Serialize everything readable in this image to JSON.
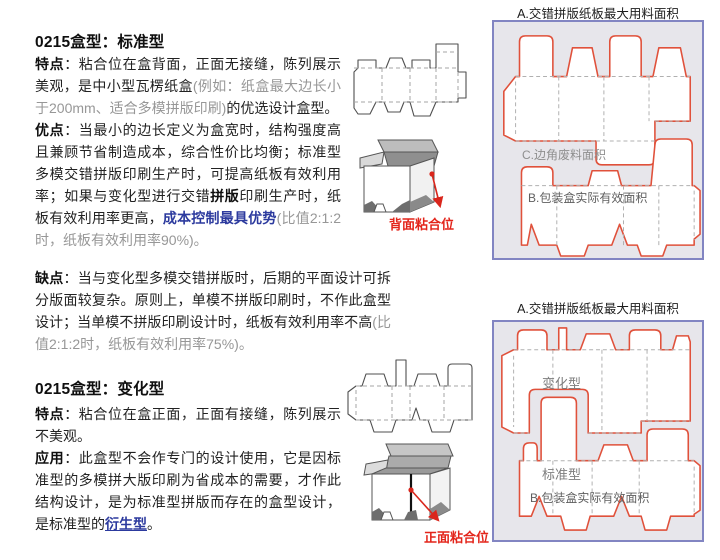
{
  "left": {
    "section1_title": "0215盒型：标准型",
    "para_tedian1": [
      {
        "t": "特点",
        "s": "b"
      },
      {
        "t": "：粘合位在盒背面，正面无接缝，陈列展示美观，是中小型瓦楞纸盒"
      },
      {
        "t": "(例如：纸盒最大边长小于200mm、适合多模拼版印刷)",
        "s": "g"
      },
      {
        "t": "的优选设计盒型。"
      }
    ],
    "para_youdian": [
      {
        "t": "优点",
        "s": "b"
      },
      {
        "t": "：当最小的边长定义为盒宽时，结构强度高且兼顾节省制造成本，综合性价比均衡；标准型多模交错拼版印刷生产时，可提高纸板有效利用率；如果与变化型进行交错"
      },
      {
        "t": "拼版",
        "s": "b"
      },
      {
        "t": "印刷生产时，纸板有效利用率更高，"
      },
      {
        "t": "成本控制最具优势",
        "s": "blue"
      },
      {
        "t": "(比值2:1:2时，纸板有效利用率90%)。",
        "s": "g"
      }
    ],
    "para_quedian": [
      {
        "t": "缺点",
        "s": "b"
      },
      {
        "t": "：当与变化型多模交错拼版时，后期的平面设计可拆分版面较复杂。原则上，单模不拼版印刷时，不作此盒型设计；当单模不拼版印刷设计时，纸板有效利用率不高"
      },
      {
        "t": "(比值2:1:2时，纸板有效利用率75%)。",
        "s": "g"
      }
    ],
    "section2_title": "0215盒型：变化型",
    "para_tedian2": [
      {
        "t": "特点",
        "s": "b"
      },
      {
        "t": "：粘合位在盒正面，正面有接缝，陈列展示不美观。"
      }
    ],
    "para_yingyong": [
      {
        "t": "应用",
        "s": "b"
      },
      {
        "t": "：此盒型不会作专门的设计使用，它是因标准型的多模拼大版印刷为省成本的需要，才作此结构设计，是为标准型拼版而存在的盒型设计，是标准型的"
      },
      {
        "t": "衍生型",
        "s": "link"
      },
      {
        "t": "。"
      }
    ]
  },
  "middle": {
    "back_glue_label": "背面粘合位",
    "front_glue_label": "正面粘合位"
  },
  "right": {
    "top": {
      "title": "A.交错拼版纸板最大用料面积",
      "waste_label": "C.边角废料面积",
      "effective_label": "B.包装盒实际有效面积"
    },
    "bottom": {
      "title": "A.交错拼版纸板最大用料面积",
      "variant_label": "变化型",
      "standard_label": "标准型",
      "effective_label": "B.包装盒实际有效面积"
    }
  },
  "colors": {
    "diecut_red": "#e0513b",
    "label_red": "#e3251b",
    "link_blue": "#2c3a9e",
    "panel_border": "#8285c2",
    "panel_bg": "#e7e6eb"
  }
}
